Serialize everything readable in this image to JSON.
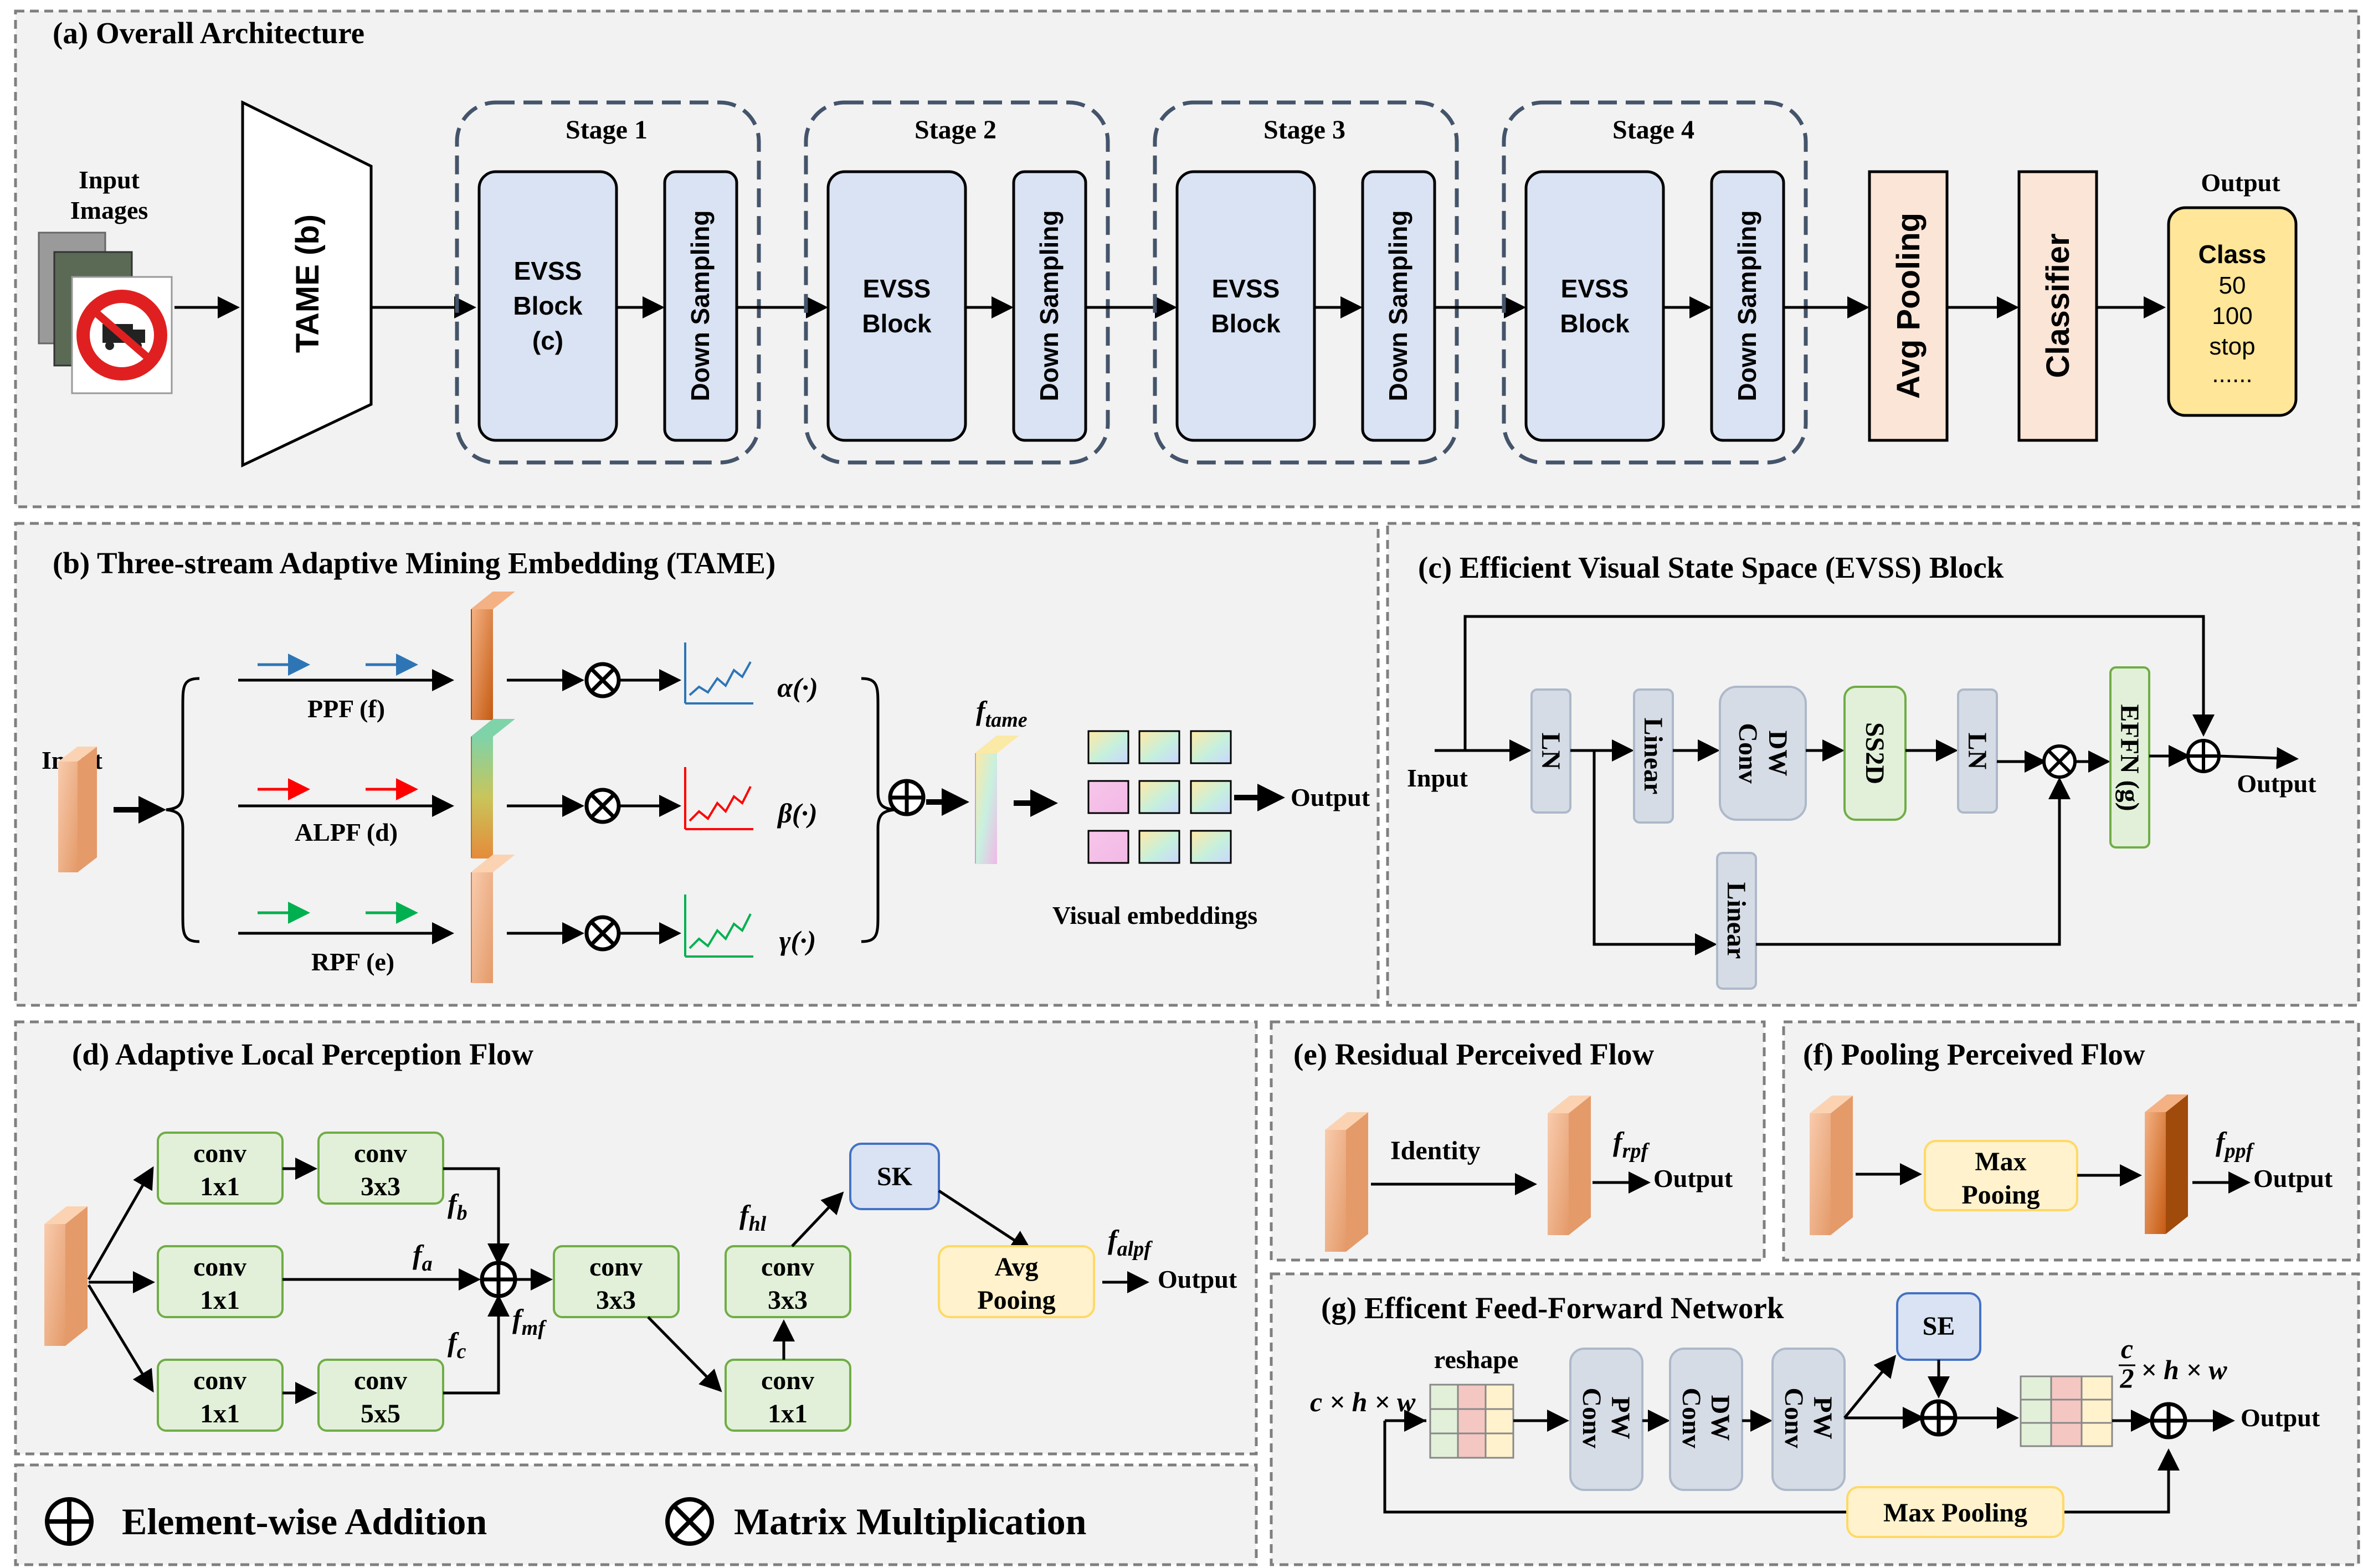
{
  "panels": {
    "a": {
      "title": "(a) Overall Architecture"
    },
    "b": {
      "title": "(b) Three-stream Adaptive Mining Embedding (TAME)"
    },
    "c": {
      "title": "(c) Efficient Visual State Space (EVSS) Block"
    },
    "d": {
      "title": "(d) Adaptive Local Perception Flow"
    },
    "e": {
      "title": "(e) Residual Perceived Flow"
    },
    "f": {
      "title": "(f) Pooling Perceived Flow"
    },
    "g": {
      "title": "(g)  Efficent Feed-Forward Network"
    }
  },
  "overall": {
    "input_line1": "Input",
    "input_line2": "Images",
    "tame": "TAME (b)",
    "stages": [
      "Stage 1",
      "Stage 2",
      "Stage 3",
      "Stage 4"
    ],
    "evss_first": [
      "EVSS",
      "Block",
      "(c)"
    ],
    "evss": [
      "EVSS",
      "Block"
    ],
    "down": "Down Sampling",
    "avg": "Avg Pooling",
    "classifier": "Classifier",
    "output": "Output",
    "classes": [
      "Class",
      "50",
      "100",
      "stop",
      "......"
    ]
  },
  "tame_panel": {
    "input": "Input",
    "streams": [
      "PPF (f)",
      "ALPF (d)",
      "RPF (e)"
    ],
    "funcs": [
      "α(·)",
      "β(·)",
      "γ(·)"
    ],
    "ftame": "f",
    "ftame_sub": "tame",
    "output": "Output",
    "visual": "Visual embeddings"
  },
  "evss_panel": {
    "input": "Input",
    "output": "Output",
    "ln": "LN",
    "linear": "Linear",
    "dwconv": [
      "DW",
      "Conv"
    ],
    "ss2d": "SS2D",
    "effn": "EFFN (g)"
  },
  "alpf": {
    "conv1x1": [
      "conv",
      "1x1"
    ],
    "conv3x3": [
      "conv",
      "3x3"
    ],
    "conv5x5": [
      "conv",
      "5x5"
    ],
    "sk": "SK",
    "avg": [
      "Avg",
      "Pooing"
    ],
    "fa": "f",
    "fa_sub": "a",
    "fb": "f",
    "fb_sub": "b",
    "fc": "f",
    "fc_sub": "c",
    "fmf": "f",
    "fmf_sub": "mf",
    "fhl": "f",
    "fhl_sub": "hl",
    "falpf": "f",
    "falpf_sub": "alpf",
    "output": "Output"
  },
  "rpf": {
    "identity": "Identity",
    "f": "f",
    "f_sub": "rpf",
    "output": "Output"
  },
  "ppf": {
    "maxpool": [
      "Max",
      "Pooing"
    ],
    "f": "f",
    "f_sub": "ppf",
    "output": "Output"
  },
  "effn_panel": {
    "input": "c × h × w",
    "reshape": "reshape",
    "pwconv": [
      "PW",
      "Conv"
    ],
    "dwconv": [
      "DW",
      "Conv"
    ],
    "se": "SE",
    "frac_num": "c",
    "frac_den": "2",
    "frac_rest": "× h × w",
    "maxpool": "Max Pooling",
    "output": "Output"
  },
  "legend": {
    "add": "Element-wise Addition",
    "mul": "Matrix Multiplication"
  }
}
